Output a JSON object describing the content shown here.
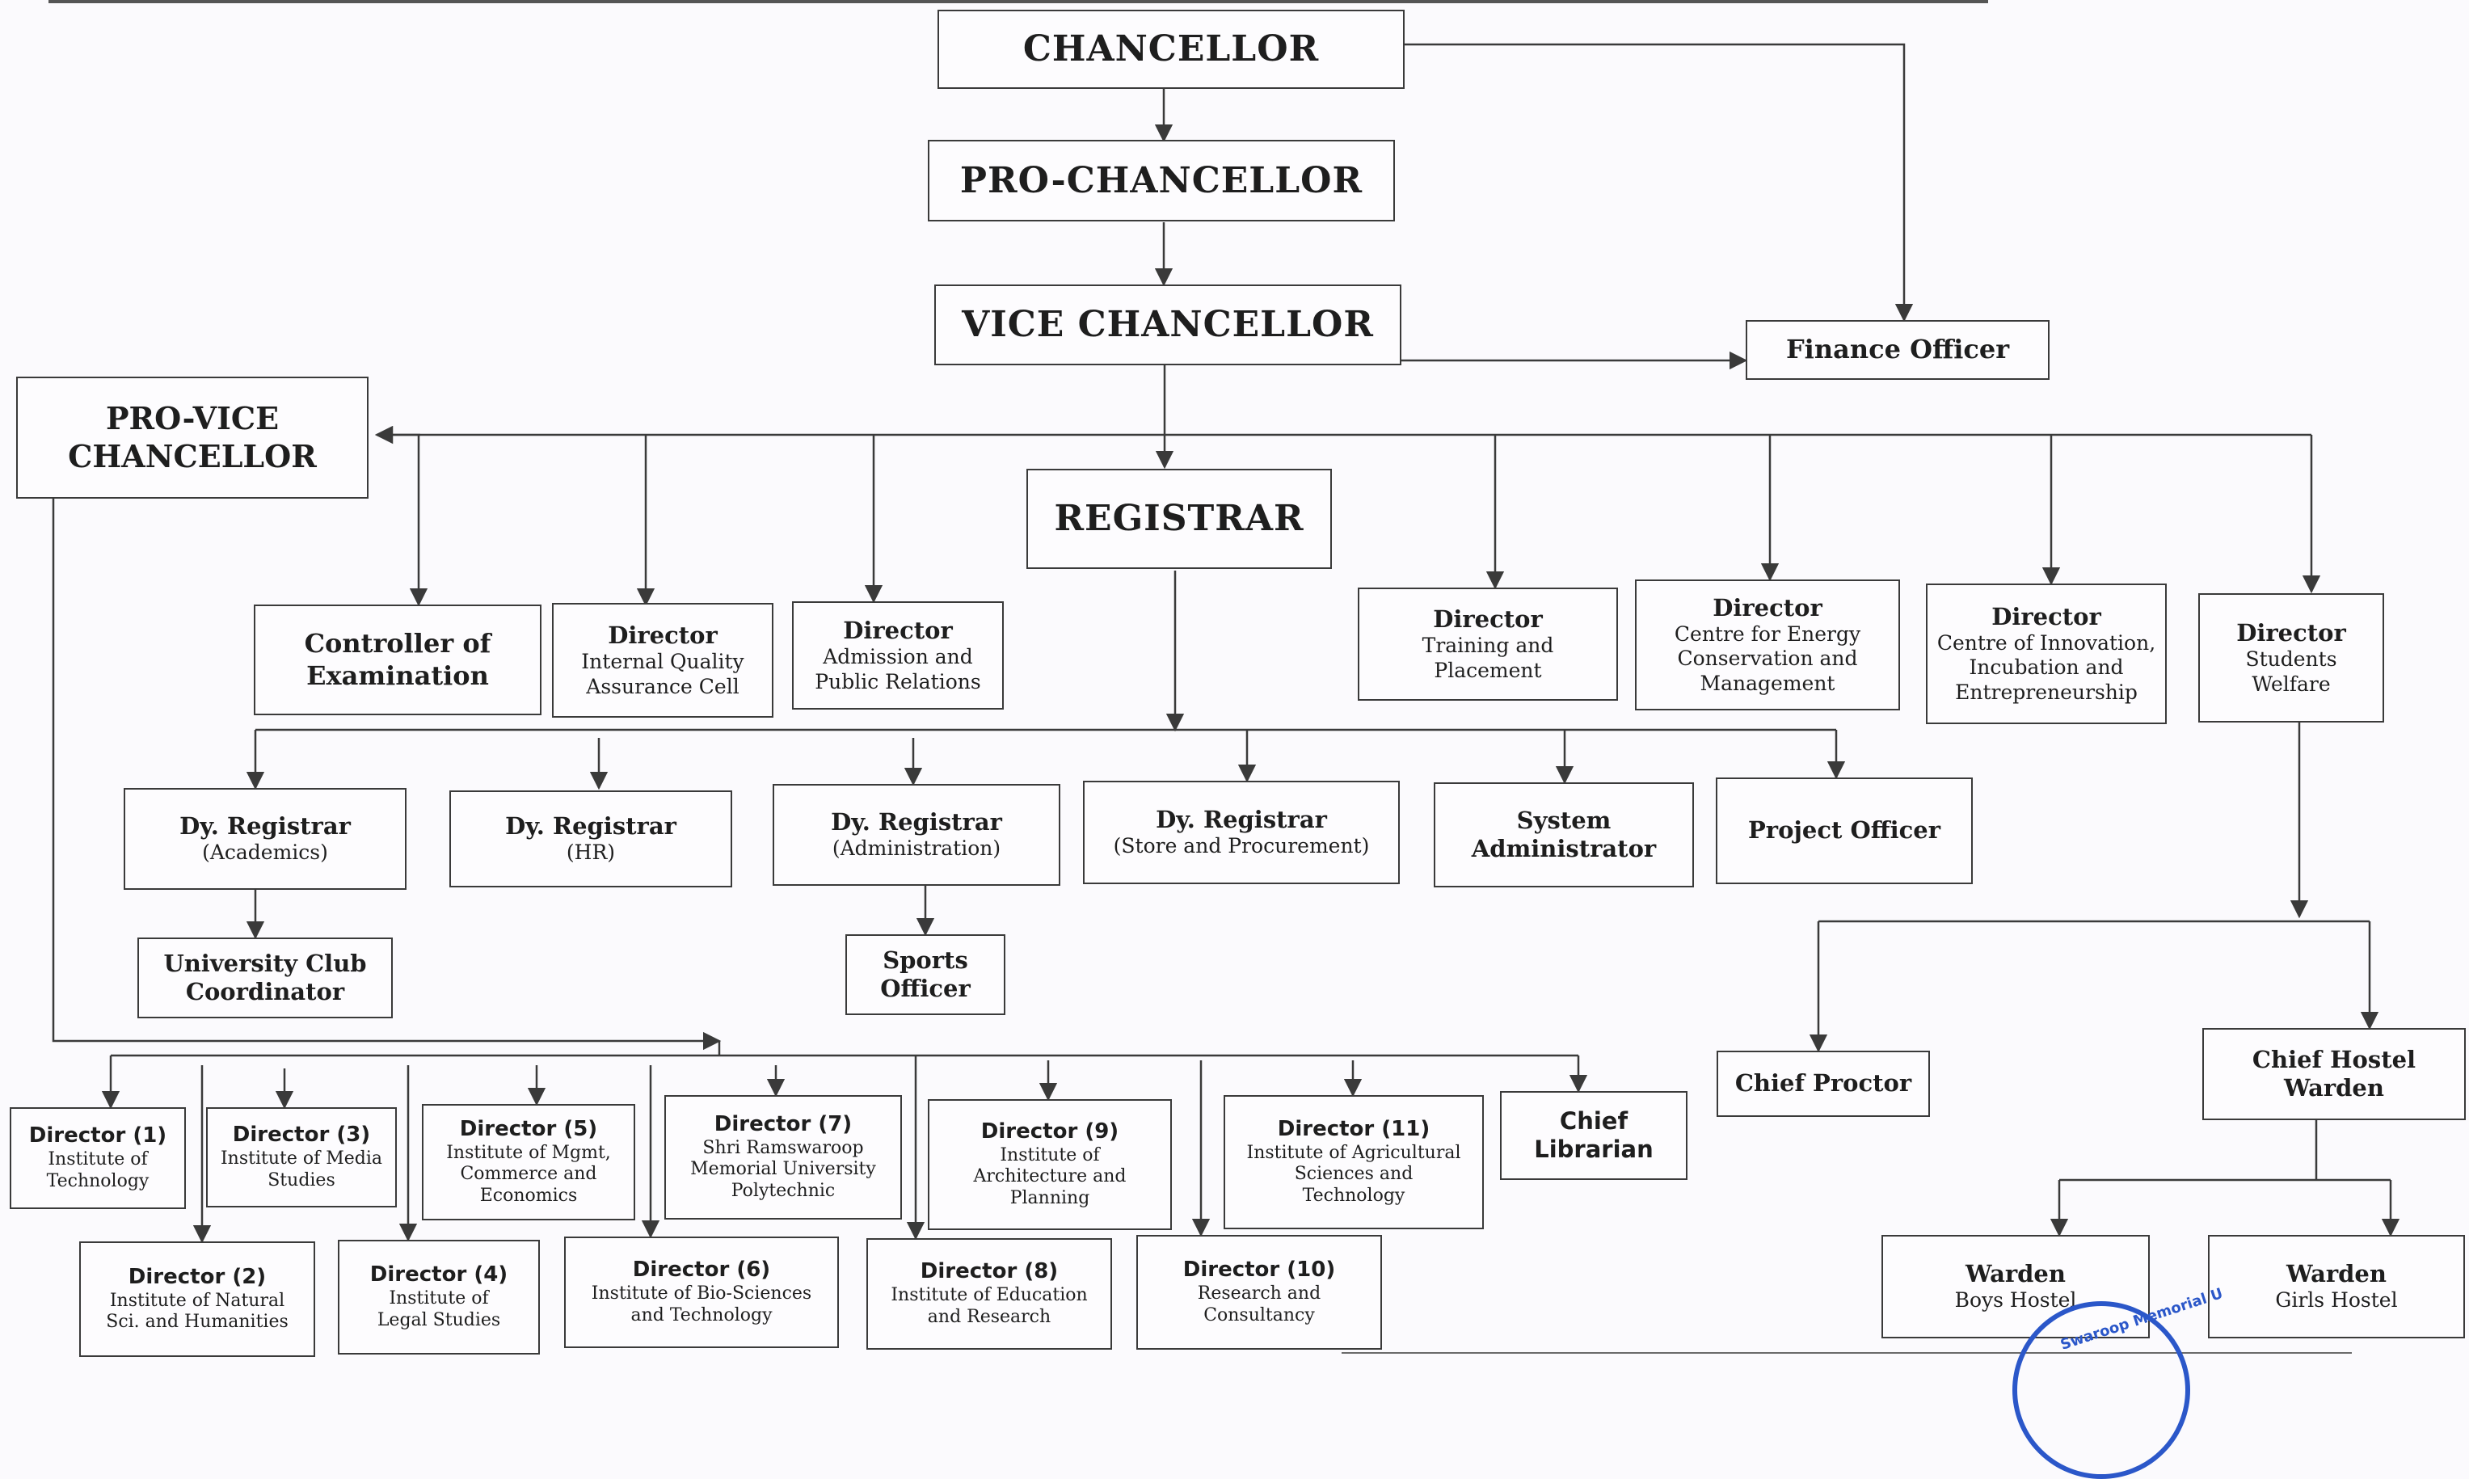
{
  "chart": {
    "chancellor": "CHANCELLOR",
    "pro_chancellor": "PRO-CHANCELLOR",
    "vice_chancellor": "VICE CHANCELLOR",
    "finance_officer": "Finance Officer",
    "pro_vice_chancellor": [
      "PRO-VICE",
      "CHANCELLOR"
    ],
    "registrar": "REGISTRAR",
    "controller_of_examination": [
      "Controller of",
      "Examination"
    ],
    "director_iqac": {
      "title": "Director",
      "sub": [
        "Internal Quality",
        "Assurance Cell"
      ]
    },
    "director_admission": {
      "title": "Director",
      "sub": [
        "Admission and",
        "Public Relations"
      ]
    },
    "director_training": {
      "title": "Director",
      "sub": [
        "Training and Placement"
      ]
    },
    "director_energy": {
      "title": "Director",
      "sub": [
        "Centre for Energy",
        "Conservation and",
        "Management"
      ]
    },
    "director_innovation": {
      "title": "Director",
      "sub": [
        "Centre of Innovation,",
        "Incubation and",
        "Entrepreneurship"
      ]
    },
    "director_students": {
      "title": "Director",
      "sub": [
        "Students",
        "Welfare"
      ]
    },
    "dy_registrar_academics": {
      "title": "Dy. Registrar",
      "sub": [
        "(Academics)"
      ]
    },
    "dy_registrar_hr": {
      "title": "Dy. Registrar",
      "sub": [
        "(HR)"
      ]
    },
    "dy_registrar_admin": {
      "title": "Dy. Registrar",
      "sub": [
        "(Administration)"
      ]
    },
    "dy_registrar_store": {
      "title": "Dy. Registrar",
      "sub": [
        "(Store and Procurement)"
      ]
    },
    "system_administrator": [
      "System",
      "Administrator"
    ],
    "project_officer": "Project Officer",
    "university_club_coordinator": [
      "University Club",
      "Coordinator"
    ],
    "sports_officer": [
      "Sports",
      "Officer"
    ],
    "chief_proctor": "Chief Proctor",
    "chief_hostel_warden": [
      "Chief Hostel",
      "Warden"
    ],
    "warden_boys": {
      "title": "Warden",
      "sub": [
        "Boys Hostel"
      ]
    },
    "warden_girls": {
      "title": "Warden",
      "sub": [
        "Girls Hostel"
      ]
    },
    "director_1": {
      "title": "Director (1)",
      "sub": [
        "Institute of",
        "Technology"
      ]
    },
    "director_2": {
      "title": "Director (2)",
      "sub": [
        "Institute of Natural",
        "Sci. and Humanities"
      ]
    },
    "director_3": {
      "title": "Director (3)",
      "sub": [
        "Institute of Media",
        "Studies"
      ]
    },
    "director_4": {
      "title": "Director (4)",
      "sub": [
        "Institute of",
        "Legal Studies"
      ]
    },
    "director_5": {
      "title": "Director (5)",
      "sub": [
        "Institute of Mgmt,",
        "Commerce and",
        "Economics"
      ]
    },
    "director_6": {
      "title": "Director (6)",
      "sub": [
        "Institute of Bio-Sciences",
        "and Technology"
      ]
    },
    "director_7": {
      "title": "Director (7)",
      "sub": [
        "Shri Ramswaroop",
        "Memorial University",
        "Polytechnic"
      ]
    },
    "director_8": {
      "title": "Director (8)",
      "sub": [
        "Institute of Education",
        "and Research"
      ]
    },
    "director_9": {
      "title": "Director (9)",
      "sub": [
        "Institute of",
        "Architecture and",
        "Planning"
      ]
    },
    "director_10": {
      "title": "Director (10)",
      "sub": [
        "Research and",
        "Consultancy"
      ]
    },
    "director_11": {
      "title": "Director (11)",
      "sub": [
        "Institute of Agricultural",
        "Sciences and",
        "Technology"
      ]
    },
    "chief_librarian": [
      "Chief",
      "Librarian"
    ],
    "seal_text": "Swaroop Memorial U"
  }
}
